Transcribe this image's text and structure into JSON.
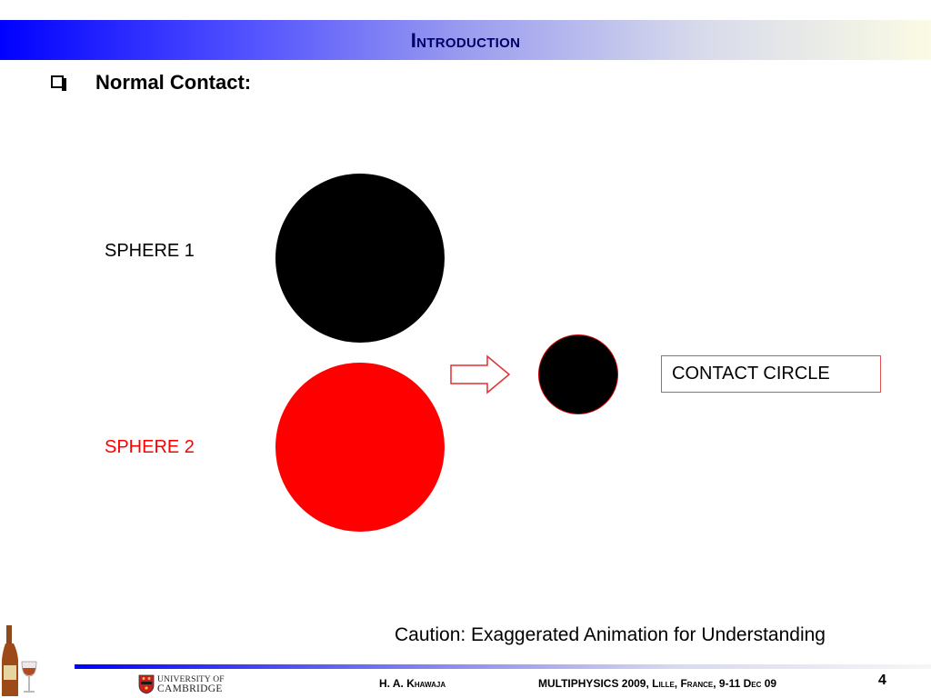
{
  "slide": {
    "title": "Introduction",
    "bullet": "Normal Contact:",
    "page_number": "4"
  },
  "diagram": {
    "sphere1_label": "SPHERE 1",
    "sphere2_label": "SPHERE 2",
    "contact_label": "CONTACT CIRCLE",
    "caution": "Caution: Exaggerated Animation for Understanding",
    "colors": {
      "sphere1": "#000000",
      "sphere2": "#ff0000",
      "contact_circle_fill": "#000000",
      "contact_circle_border": "#cc0000",
      "arrow": "#e03030"
    }
  },
  "footer": {
    "author": "H. A. Khawaja",
    "event": "MULTIPHYSICS 2009, Lille, France, 9-11 Dec 09",
    "university_line1": "UNIVERSITY OF",
    "university_line2": "CAMBRIDGE"
  }
}
